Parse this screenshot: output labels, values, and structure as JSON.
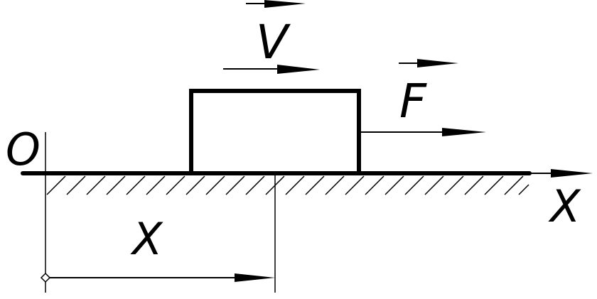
{
  "labels": {
    "velocity": "V",
    "force": "F",
    "origin": "O",
    "axis": "X",
    "distance": "X"
  },
  "colors": {
    "ink": "#000000",
    "background": "#ffffff"
  }
}
